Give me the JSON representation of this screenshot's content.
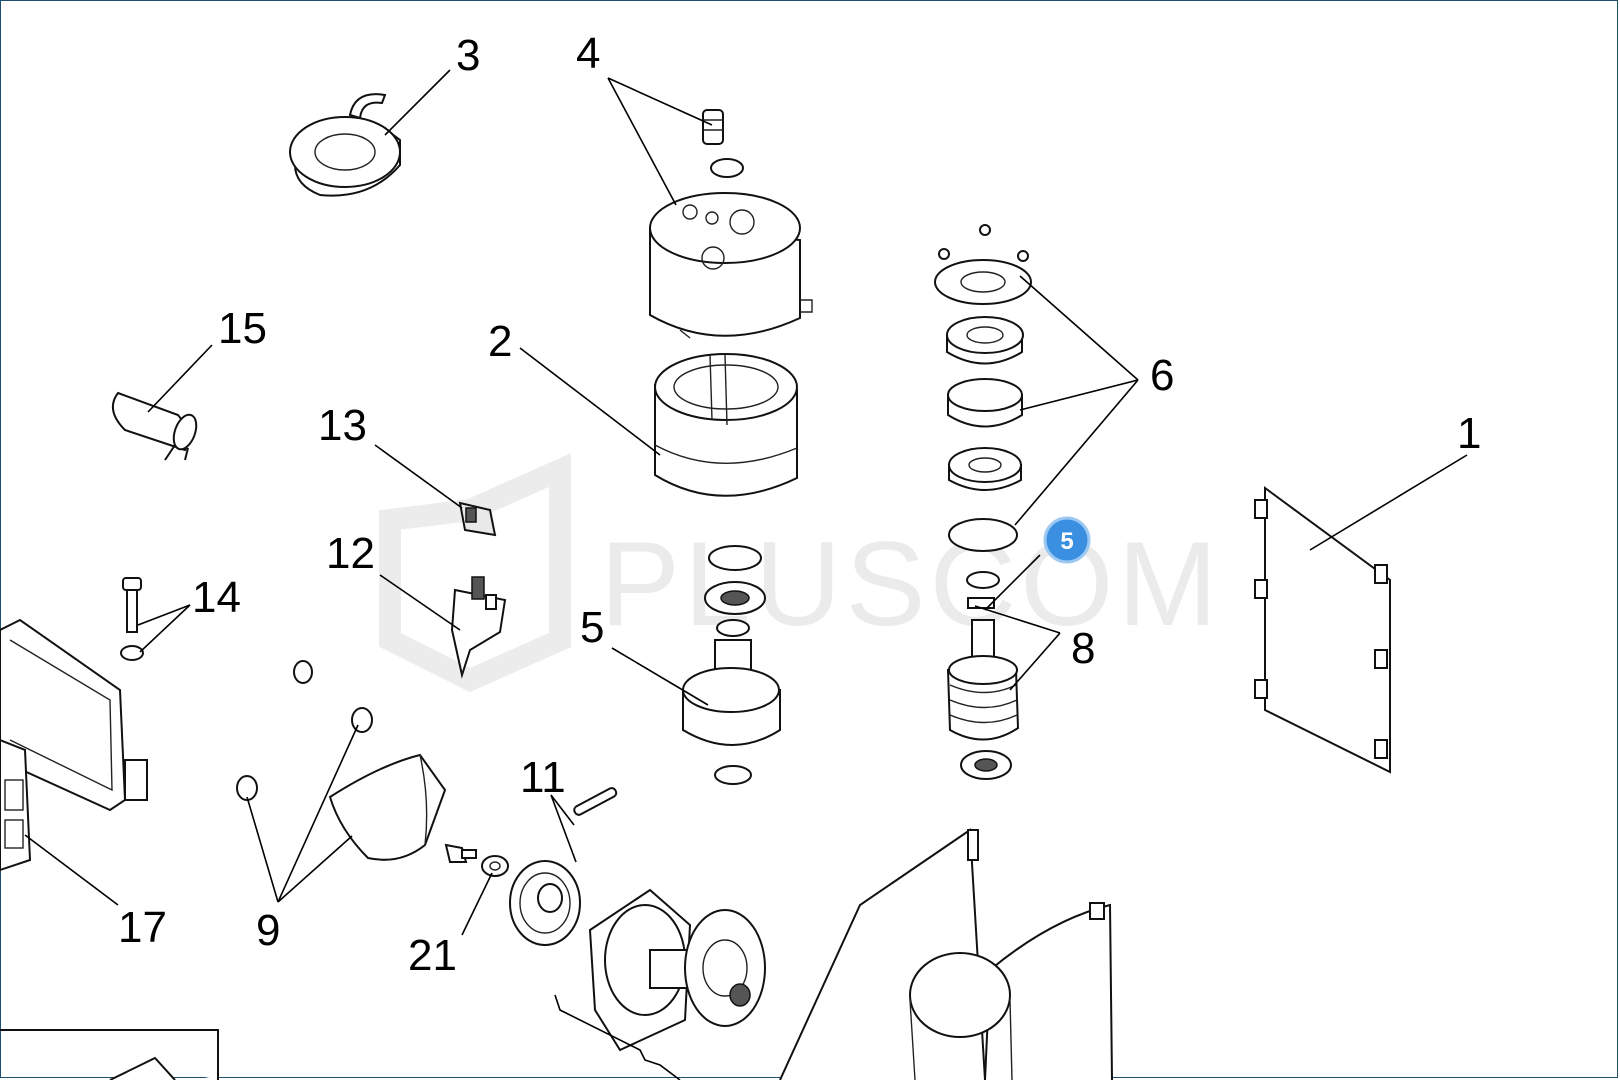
{
  "callouts": {
    "c1": "1",
    "c2": "2",
    "c3": "3",
    "c4": "4",
    "c5": "5",
    "c6": "6",
    "c8": "8",
    "c9": "9",
    "c11": "11",
    "c12": "12",
    "c13": "13",
    "c14": "14",
    "c15": "15",
    "c17": "17",
    "c21": "21"
  },
  "watermark": {
    "text": "PLUSCOM"
  },
  "selection_marker": {
    "label": "5",
    "color": "#3b8fe0"
  }
}
